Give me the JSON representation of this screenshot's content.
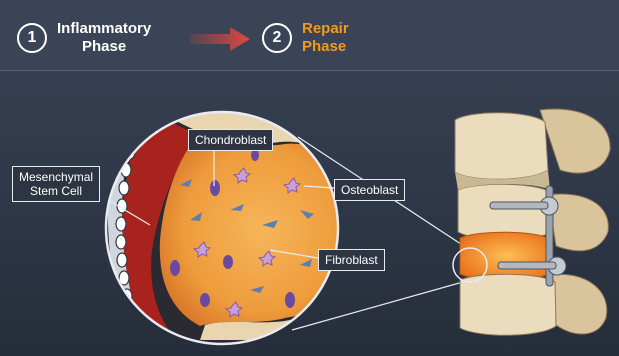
{
  "header": {
    "steps": [
      {
        "number": "1",
        "line1": "Inflammatory",
        "line2": "Phase",
        "color": "#ffffff"
      },
      {
        "number": "2",
        "line1": "Repair",
        "line2": "Phase",
        "color": "#f39a1e"
      }
    ],
    "arrow_color": "#e0473f"
  },
  "labels": {
    "chondroblast": "Chondroblast",
    "mesenchymal_line1": "Mesenchymal",
    "mesenchymal_line2": "Stem Cell",
    "osteoblast": "Osteoblast",
    "fibroblast": "Fibroblast"
  },
  "colors": {
    "background": "#2f3848",
    "callus": "#f0a64a",
    "bone": "#e9d6b0",
    "hematoma": "#a8231e",
    "highlight": "#f07a1a"
  }
}
